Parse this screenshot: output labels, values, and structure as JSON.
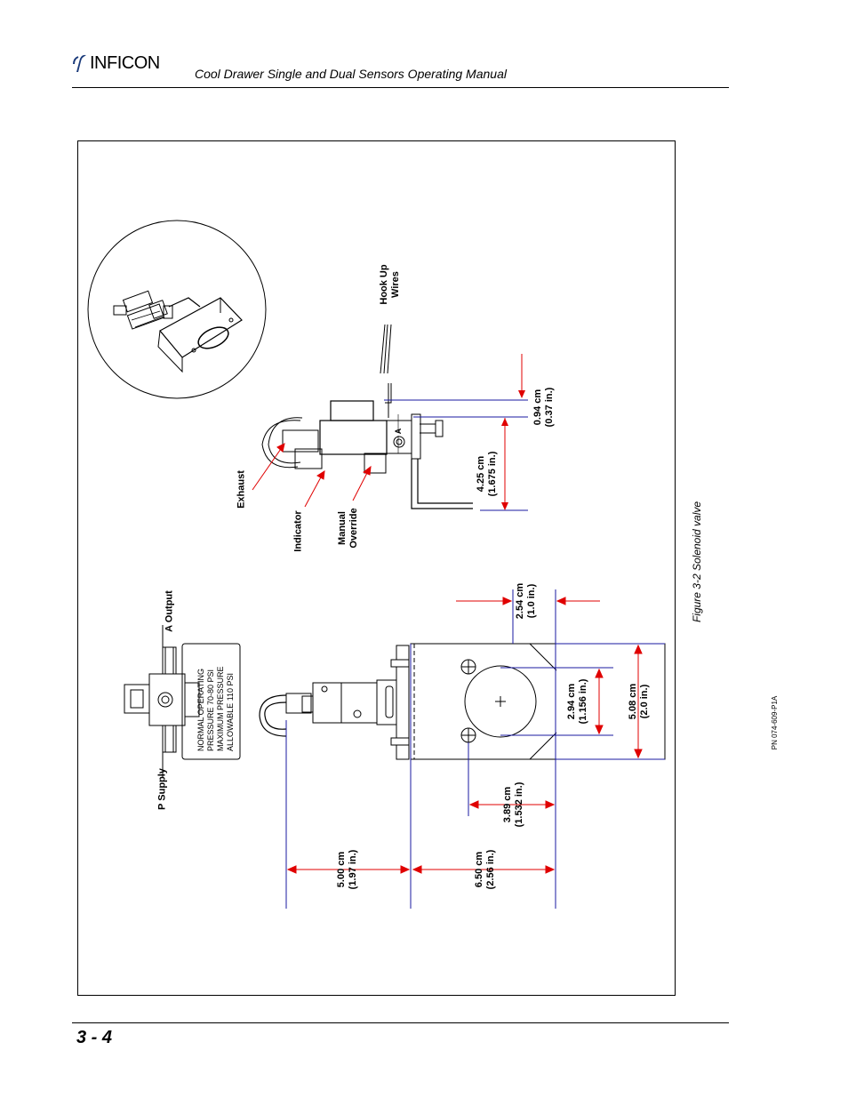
{
  "header": {
    "brand": "INFICON",
    "manual_title": "Cool Drawer Single and Dual Sensors Operating Manual"
  },
  "footer": {
    "page_number": "3 - 4"
  },
  "figure": {
    "caption": "Figure 3-2  Solenoid valve",
    "part_number": "PN 074-609-P1A",
    "labels": {
      "p_supply": "P Supply",
      "a_output": "A Output",
      "exhaust": "Exhaust",
      "indicator": "Indicator",
      "manual_override": [
        "Manual",
        "Override"
      ],
      "hook_up_wires": [
        "Hook Up",
        "Wires"
      ],
      "port_a": "A"
    },
    "plate": [
      "NORMAL OPERATING",
      "PRESSURE 70-80 PSI",
      "MAXIMUM PRESSURE",
      "ALLOWABLE 110 PSI"
    ],
    "dimensions": {
      "d500": [
        "5.00 cm",
        "(1.97 in.)"
      ],
      "d650": [
        "6.50 cm",
        "(2.56 in.)"
      ],
      "d389": [
        "3.89 cm",
        "(1.532 in.)"
      ],
      "d254": [
        "2.54 cm",
        "(1.0 in.)"
      ],
      "d294": [
        "2.94 cm",
        "(1.156 in.)"
      ],
      "d508": [
        "5.08 cm",
        "(2.0 in.)"
      ],
      "d425": [
        "4.25 cm",
        "(1.675 in.)"
      ],
      "d094": [
        "0.94 cm",
        "(0.37 in.)"
      ]
    }
  }
}
